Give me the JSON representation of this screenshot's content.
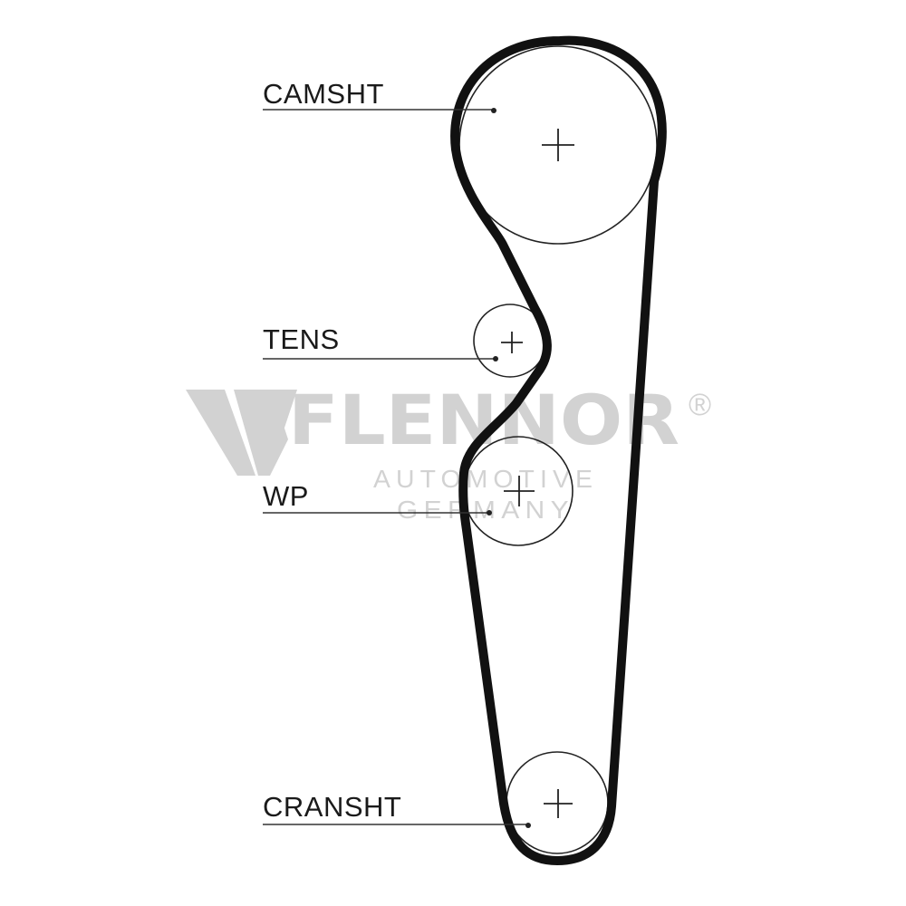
{
  "labels": {
    "camshaft": "CAMSHT",
    "tensioner": "TENS",
    "water_pump": "WP",
    "crankshaft": "CRANSHT"
  },
  "watermark": {
    "brand": "FLENNOR",
    "registered": "®",
    "line1": "AUTOMOTIVE",
    "line2": "GERMANY"
  },
  "colors": {
    "belt": "#111111",
    "pulley": "#222222",
    "watermark": "#d2d2d2",
    "background": "#ffffff"
  }
}
